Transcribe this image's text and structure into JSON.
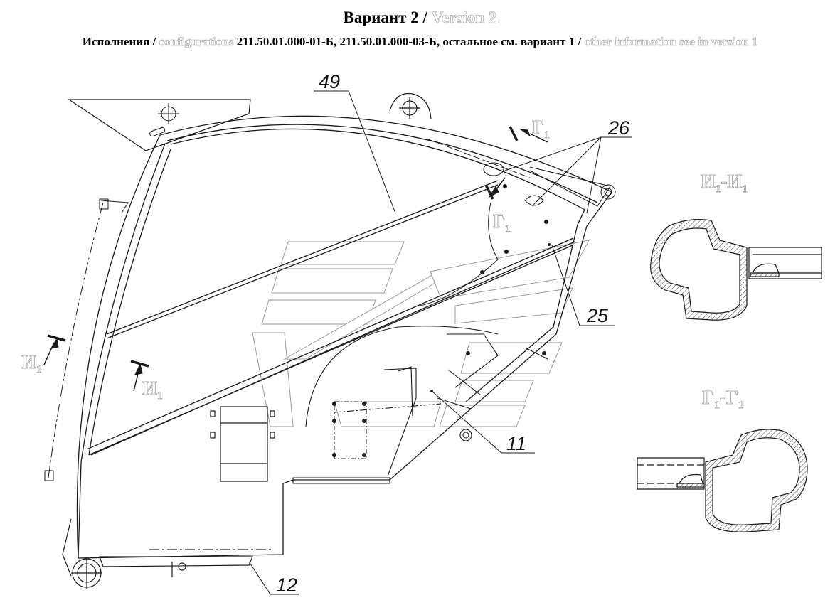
{
  "header": {
    "title_ru": "Вариант 2",
    "title_sep": " / ",
    "title_en": "Version 2",
    "sub_ru1": "Исполнения",
    "sub_sep1": " / ",
    "sub_en1": "configurations",
    "sub_ru2": " 211.50.01.000-01-Б, 211.50.01.000-03-Б, остальное см. вариант 1",
    "sub_sep2": " / ",
    "sub_en2": "other information see in version 1"
  },
  "callouts": {
    "c49": "49",
    "c26": "26",
    "c25": "25",
    "c11": "11",
    "c12": "12"
  },
  "sections": {
    "section_I": "И",
    "section_G": "Г",
    "subscript": "1",
    "dash": "-"
  },
  "colors": {
    "line": "#1a1a1a",
    "ghost_outline": "#9a9a9a",
    "hatch": "#555555"
  }
}
